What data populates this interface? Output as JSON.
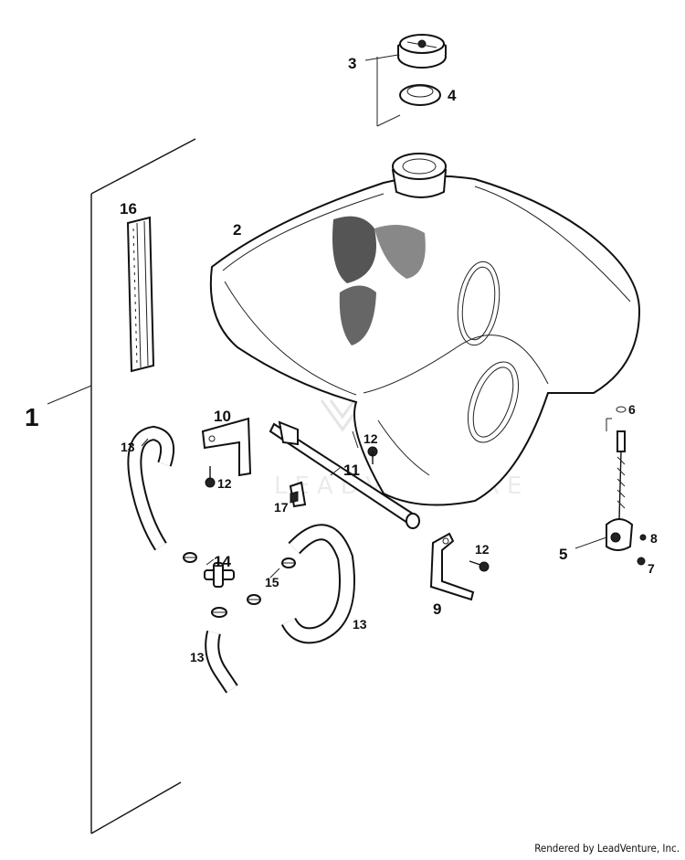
{
  "callouts": {
    "c1": "1",
    "c2": "2",
    "c3": "3",
    "c4": "4",
    "c5": "5",
    "c6": "6",
    "c7": "7",
    "c8": "8",
    "c9": "9",
    "c10": "10",
    "c11": "11",
    "c12a": "12",
    "c12b": "12",
    "c12c": "12",
    "c13a": "13",
    "c13b": "13",
    "c13c": "13",
    "c14": "14",
    "c15": "15",
    "c16": "16",
    "c17": "17"
  },
  "watermark": "LEADVENTURE",
  "footer": "Rendered by LeadVenture, Inc."
}
